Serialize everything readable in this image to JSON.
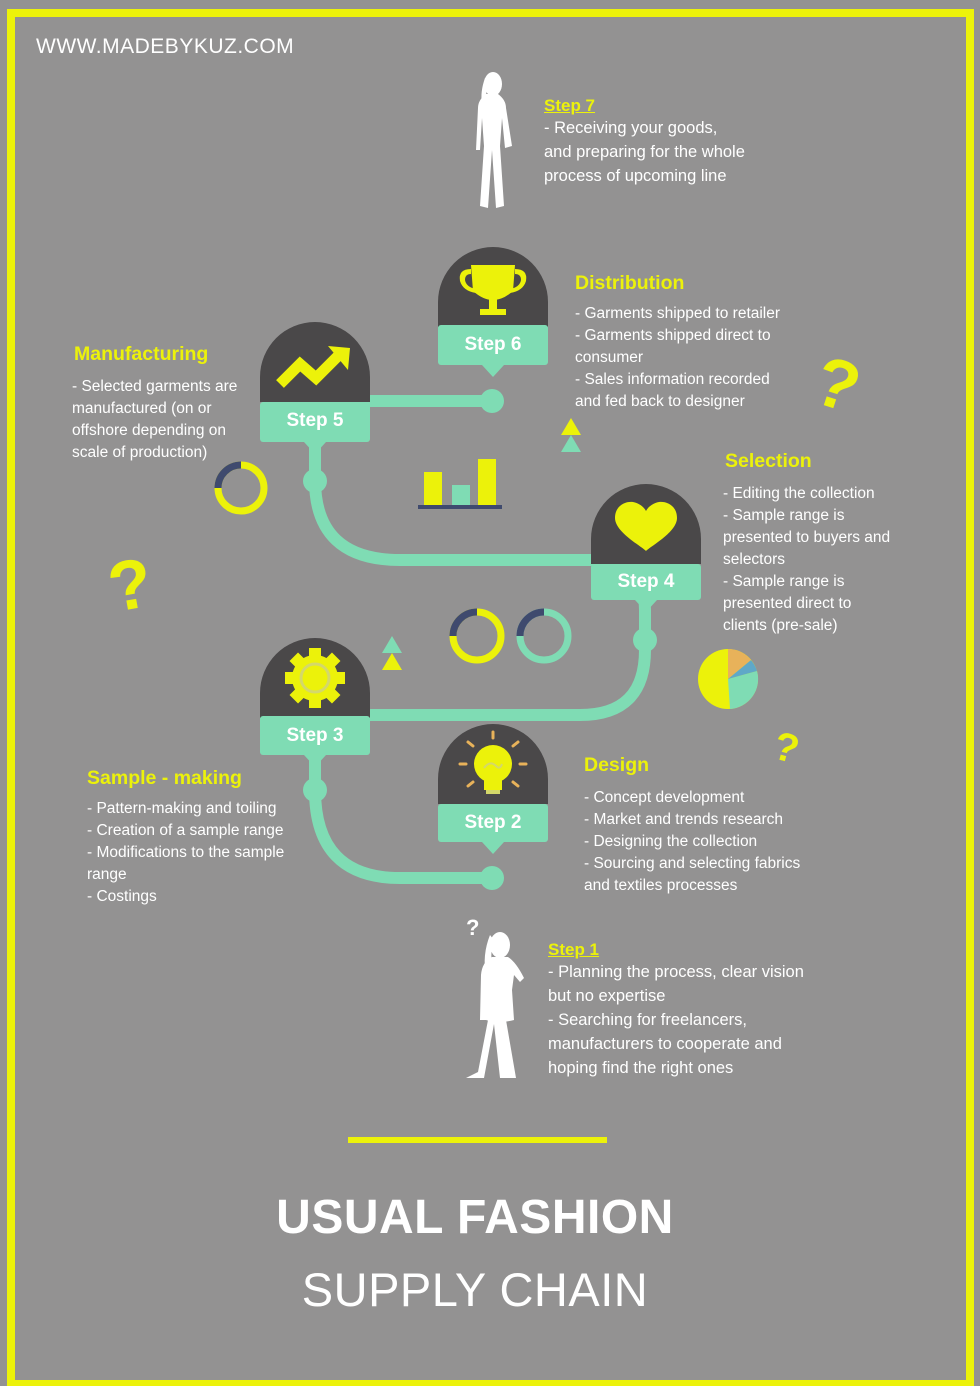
{
  "site": "WWW.MADEBYKUZ.COM",
  "colors": {
    "background": "#939292",
    "accent": "#ecf20a",
    "mint": "#7fdcb4",
    "pin": "#4a4849",
    "navy": "#3f4a6e",
    "white": "#ffffff"
  },
  "step7": {
    "title": "Step 7",
    "lines": [
      "- Receiving your goods,",
      "and preparing for the whole",
      "process of upcoming line"
    ],
    "icon": "standing-woman-icon"
  },
  "step1": {
    "title": "Step 1",
    "lines": [
      "- Planning the process, clear vision",
      "but no expertise",
      "- Searching for freelancers,",
      "manufacturers to cooperate and",
      "hoping find the right ones"
    ],
    "icon": "thinking-woman-icon",
    "question_mark": "?"
  },
  "pins": [
    {
      "label": "Step 6",
      "icon": "trophy-icon"
    },
    {
      "label": "Step 5",
      "icon": "trend-arrow-icon"
    },
    {
      "label": "Step 4",
      "icon": "heart-icon"
    },
    {
      "label": "Step 3",
      "icon": "gear-icon"
    },
    {
      "label": "Step 2",
      "icon": "lightbulb-icon"
    }
  ],
  "distribution": {
    "heading": "Distribution",
    "lines": [
      "- Garments shipped to retailer",
      "- Garments shipped direct to",
      "consumer",
      "- Sales information recorded",
      "and fed back to designer"
    ]
  },
  "manufacturing": {
    "heading": "Manufacturing",
    "lines": [
      "- Selected garments are",
      "manufactured (on or",
      "offshore depending on",
      "scale of production)"
    ]
  },
  "selection": {
    "heading": "Selection",
    "lines": [
      "- Editing the collection",
      "- Sample range is",
      "presented to buyers and",
      "selectors",
      "- Sample range is",
      "presented direct to",
      "clients (pre-sale)"
    ]
  },
  "sample_making": {
    "heading": "Sample - making",
    "lines": [
      "- Pattern-making and toiling",
      "- Creation of a sample range",
      "- Modifications to the sample",
      "range",
      "- Costings"
    ]
  },
  "design": {
    "heading": "Design",
    "lines": [
      "- Concept development",
      "- Market and trends research",
      "- Designing the collection",
      "- Sourcing and selecting fabrics",
      "and textiles processes"
    ]
  },
  "decor": {
    "question_mark": "?"
  },
  "title": {
    "line1": "USUAL FASHION",
    "line2": "SUPPLY CHAIN"
  }
}
